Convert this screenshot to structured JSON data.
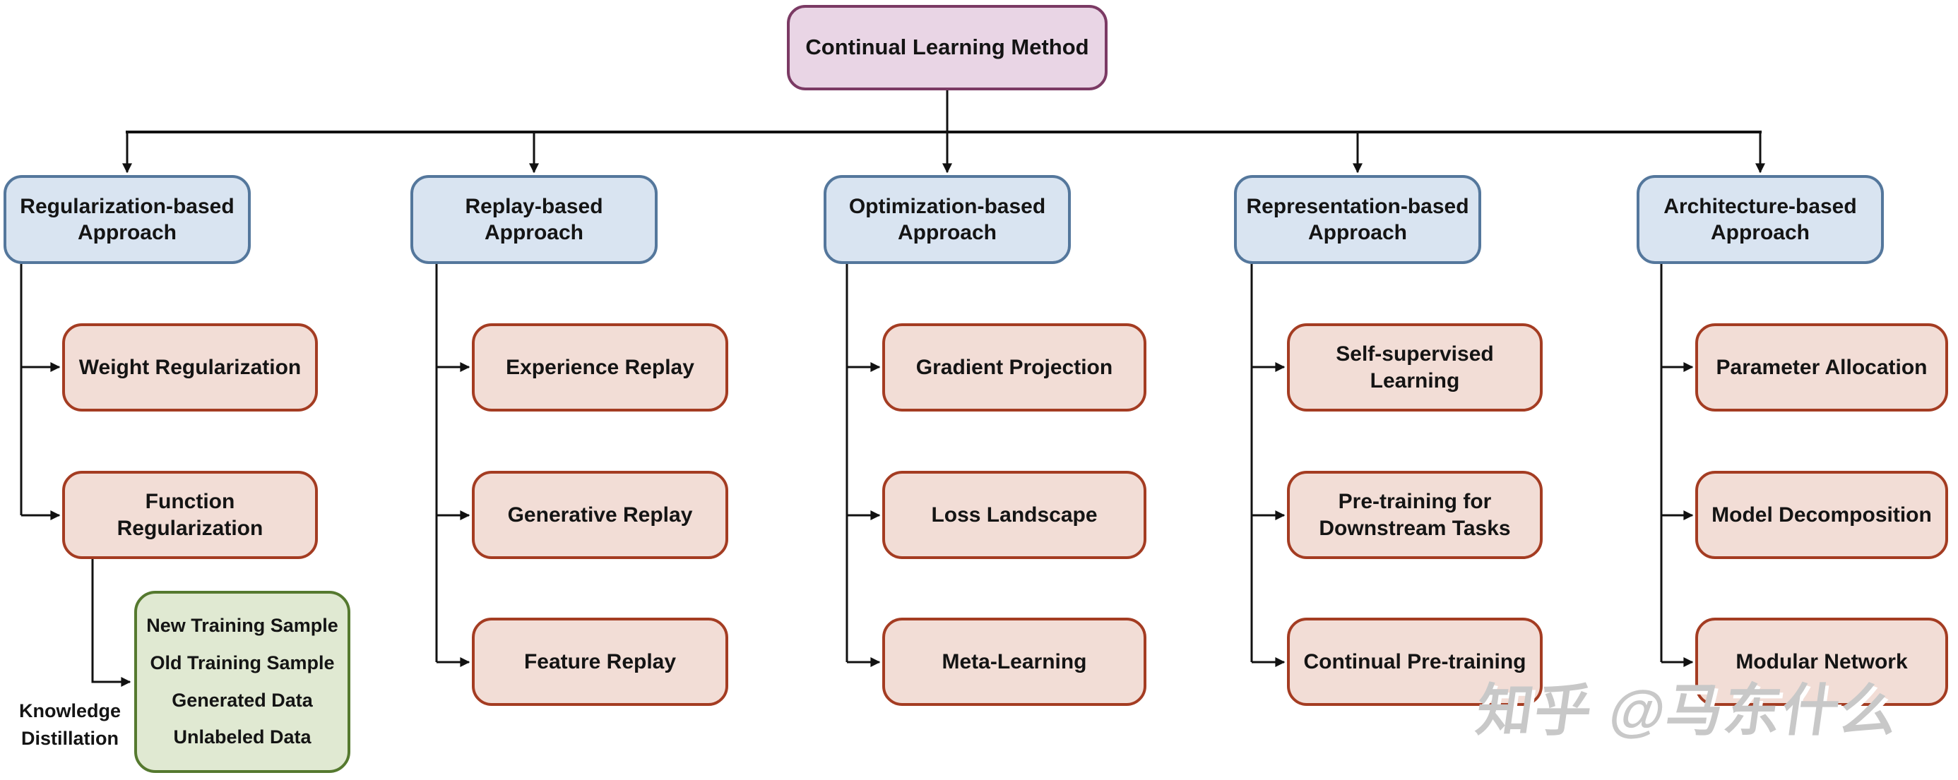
{
  "diagram": {
    "root_label": "Continual Learning Method",
    "branches": [
      {
        "label": "Regularization-based Approach",
        "children": [
          "Weight Regularization",
          "Function Regularization"
        ]
      },
      {
        "label": "Replay-based Approach",
        "children": [
          "Experience Replay",
          "Generative Replay",
          "Feature Replay"
        ]
      },
      {
        "label": "Optimization-based Approach",
        "children": [
          "Gradient Projection",
          "Loss Landscape",
          "Meta-Learning"
        ]
      },
      {
        "label": "Representation-based Approach",
        "children": [
          "Self-supervised Learning",
          "Pre-training for Downstream Tasks",
          "Continual Pre-training"
        ]
      },
      {
        "label": "Architecture-based Approach",
        "children": [
          "Parameter Allocation",
          "Model Decomposition",
          "Modular Network"
        ]
      }
    ],
    "edge_label": "Knowledge Distillation",
    "data_types": [
      "New Training Sample",
      "Old Training Sample",
      "Generated Data",
      "Unlabeled Data"
    ],
    "watermark": "知乎 @马东什么",
    "colors": {
      "root-fill": "#e9d5e5",
      "root-border": "#7b3a64",
      "branch-fill": "#d9e4f1",
      "branch-border": "#54779c",
      "leaf-fill": "#f2ddd6",
      "leaf-border": "#a43c22",
      "note-fill": "#e0e9d2",
      "note-border": "#55792f",
      "line": "#111111",
      "watermark": "#c8c8c8"
    }
  }
}
